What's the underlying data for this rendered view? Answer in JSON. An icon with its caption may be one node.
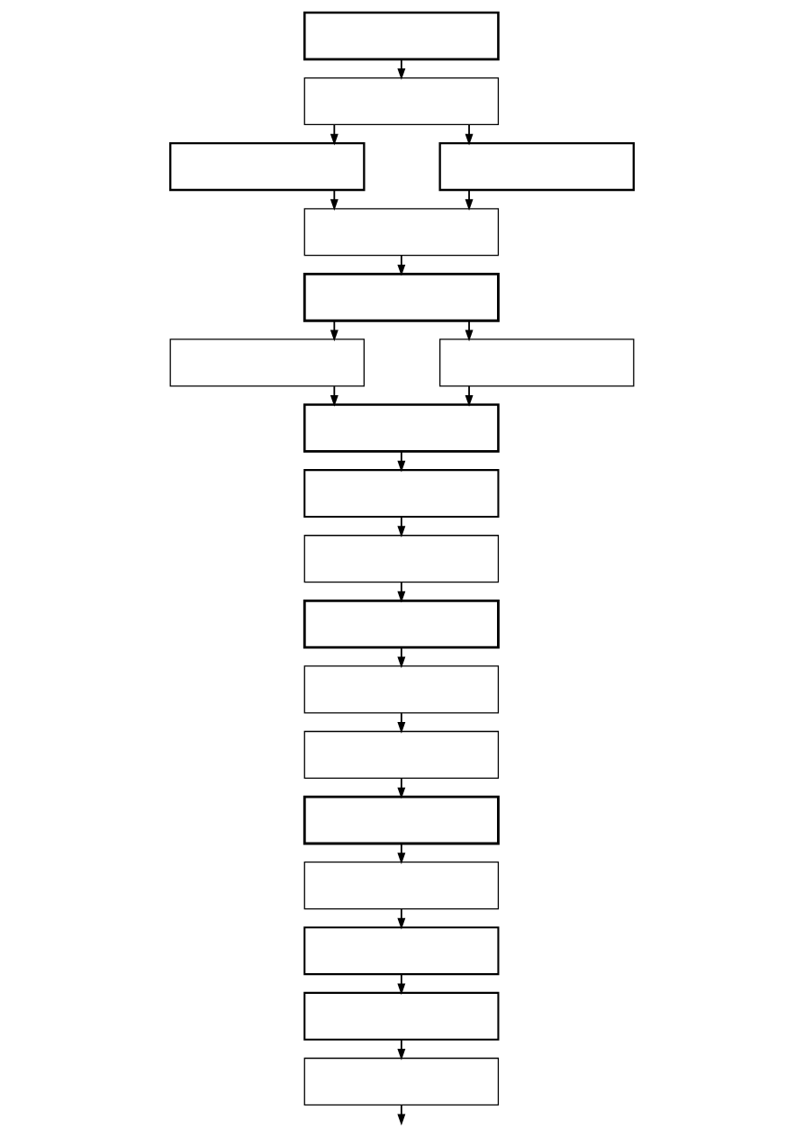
{
  "diagram": {
    "nodes": [
      {
        "text": [],
        "shape": "box"
      },
      {
        "text": [],
        "shape": "box"
      },
      {
        "text": [],
        "shape": "box"
      },
      {
        "text": [],
        "shape": "box"
      },
      {
        "text": [],
        "shape": "box"
      },
      {
        "text": [],
        "shape": "box"
      },
      {
        "text": [],
        "shape": "box"
      },
      {
        "text": [],
        "shape": "box"
      },
      {
        "text": [],
        "shape": "box"
      },
      {
        "text": [],
        "shape": "box"
      },
      {
        "text": [],
        "shape": "box"
      },
      {
        "text": [],
        "shape": "box"
      },
      {
        "text": [],
        "shape": "box"
      },
      {
        "text": [],
        "shape": "box"
      },
      {
        "text": [],
        "shape": "box"
      },
      {
        "text": [],
        "shape": "box"
      },
      {
        "text": [],
        "shape": "box"
      },
      {
        "text": [],
        "shape": "box"
      },
      {
        "text": [],
        "shape": "box"
      }
    ],
    "edges": [
      {
        "from": 0,
        "to": 1,
        "arrow": "to"
      },
      {
        "from": 1,
        "to": 2,
        "arrow": "to"
      },
      {
        "from": 1,
        "to": 3,
        "arrow": "to"
      },
      {
        "from": 2,
        "to": 4,
        "arrow": "to"
      },
      {
        "from": 3,
        "to": 4,
        "arrow": "to"
      },
      {
        "from": 4,
        "to": 5,
        "arrow": "to"
      },
      {
        "from": 5,
        "to": 6,
        "arrow": "to"
      },
      {
        "from": 5,
        "to": 7,
        "arrow": "to"
      },
      {
        "from": 6,
        "to": 8,
        "arrow": "to"
      },
      {
        "from": 7,
        "to": 8,
        "arrow": "to"
      },
      {
        "from": 8,
        "to": 9,
        "arrow": "to"
      },
      {
        "from": 9,
        "to": 10,
        "arrow": "to"
      },
      {
        "from": 10,
        "to": 11,
        "arrow": "to"
      },
      {
        "from": 11,
        "to": 12,
        "arrow": "to"
      },
      {
        "from": 12,
        "to": 13,
        "arrow": "to"
      },
      {
        "from": 13,
        "to": 14,
        "arrow": "to"
      },
      {
        "from": 14,
        "to": 15,
        "arrow": "to"
      },
      {
        "from": 15,
        "to": 16,
        "arrow": "to"
      },
      {
        "from": 16,
        "to": 17,
        "arrow": "to"
      },
      {
        "from": 17,
        "to": 18,
        "arrow": "to"
      },
      {
        "from": 18,
        "to": null,
        "arrow": "to"
      }
    ]
  }
}
